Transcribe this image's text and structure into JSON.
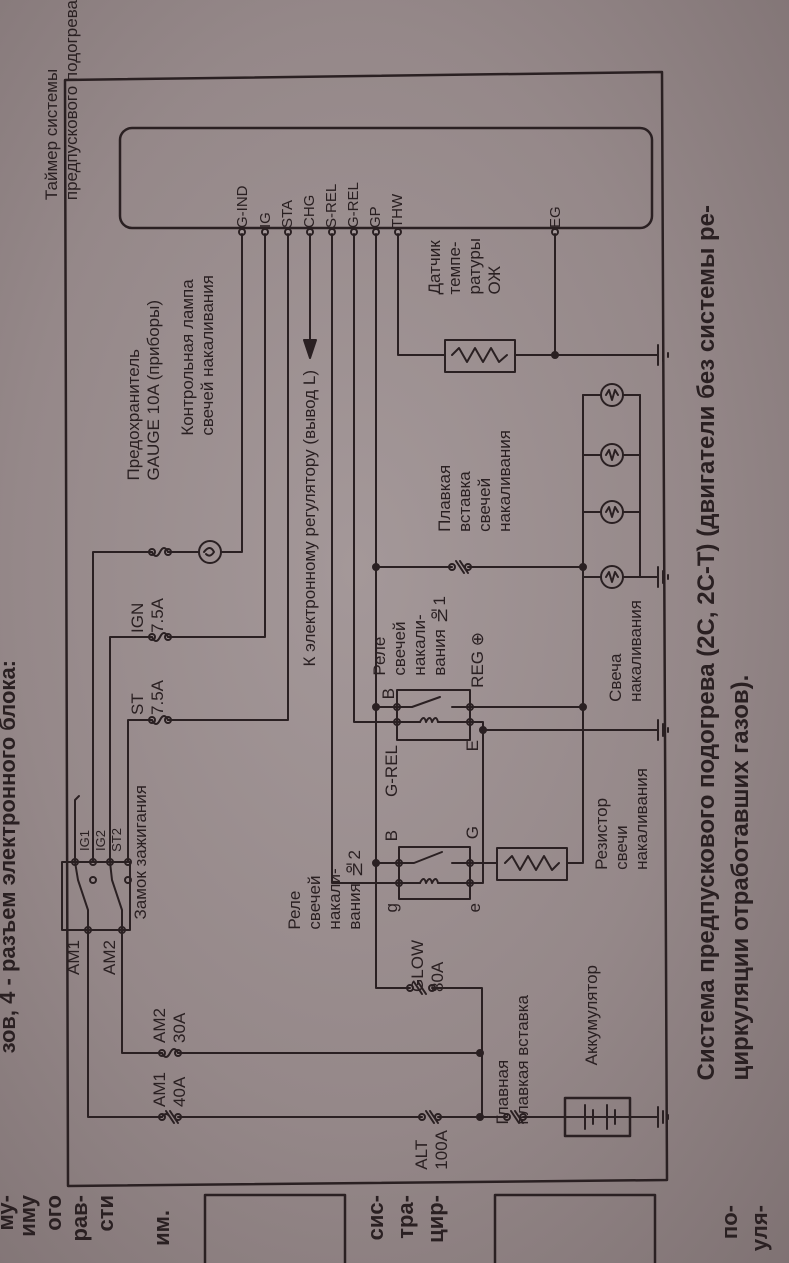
{
  "page_top_text": "зов, 4 - разъем электронного блока:",
  "margin_fragments": [
    "му-",
    "иму",
    "ого",
    "рав-",
    "сти",
    "им.",
    "сис-",
    "тра-",
    "цир-",
    "по-",
    "уля-"
  ],
  "timer": {
    "title_lines": [
      "Таймер системы",
      "предпускового подогрева"
    ],
    "terminals": [
      "G-IND",
      "IG",
      "STA",
      "CHG",
      "S-REL",
      "G-REL",
      "GP",
      "THW"
    ],
    "eg_terminal": "EG"
  },
  "fuses": {
    "alt": [
      "ALT",
      "100A"
    ],
    "am1": [
      "AM1",
      "40A"
    ],
    "am2": [
      "AM2",
      "30A"
    ],
    "glow": [
      "GLOW",
      "80A"
    ],
    "ign": [
      "IGN",
      "7.5A"
    ],
    "st": [
      "ST",
      "7.5A"
    ],
    "gauge": [
      "Предохранитель",
      "GAUGE 10A (приборы)"
    ]
  },
  "labels": {
    "main_link": [
      "Главная",
      "плавкая вставка"
    ],
    "battery": "Аккумулятор",
    "ignition_switch": "Замок зажигания",
    "switch_am1": "AM1",
    "switch_am2": "AM2",
    "switch_ig1": "IG1",
    "switch_ig2": "IG2",
    "switch_st2": "ST2",
    "relay2": [
      "Реле",
      "свечей",
      "накали-",
      "вания №2"
    ],
    "relay1": [
      "Реле",
      "свечей",
      "накали-",
      "вания №1"
    ],
    "relay2_b": "B",
    "relay2_grel": "G-REL",
    "relay2_g_upper": "G",
    "relay2_g_lower": "g",
    "relay2_e": "e",
    "relay1_b": "B",
    "relay1_e": "E",
    "relay1_reg": "REG ⊕",
    "resistor": [
      "Резистор",
      "свечи",
      "накаливания"
    ],
    "glow_plug": [
      "Свеча",
      "накаливания"
    ],
    "glow_link": [
      "Плавкая",
      "вставка",
      "свечей",
      "накаливания"
    ],
    "temp_sensor": [
      "Датчик",
      "темпе-",
      "ратуры",
      "ОЖ"
    ],
    "lamp": [
      "Контрольная лампа",
      "свечей накаливания"
    ],
    "regulator": "К электронному регулятору (вывод L)"
  },
  "caption": [
    "Система предпускового подогрева (2С, 2С-Т) (двигатели без системы ре-",
    "циркуляции отработавших газов)."
  ],
  "colors": {
    "ink": "#2a2022",
    "paper": "#958889"
  }
}
